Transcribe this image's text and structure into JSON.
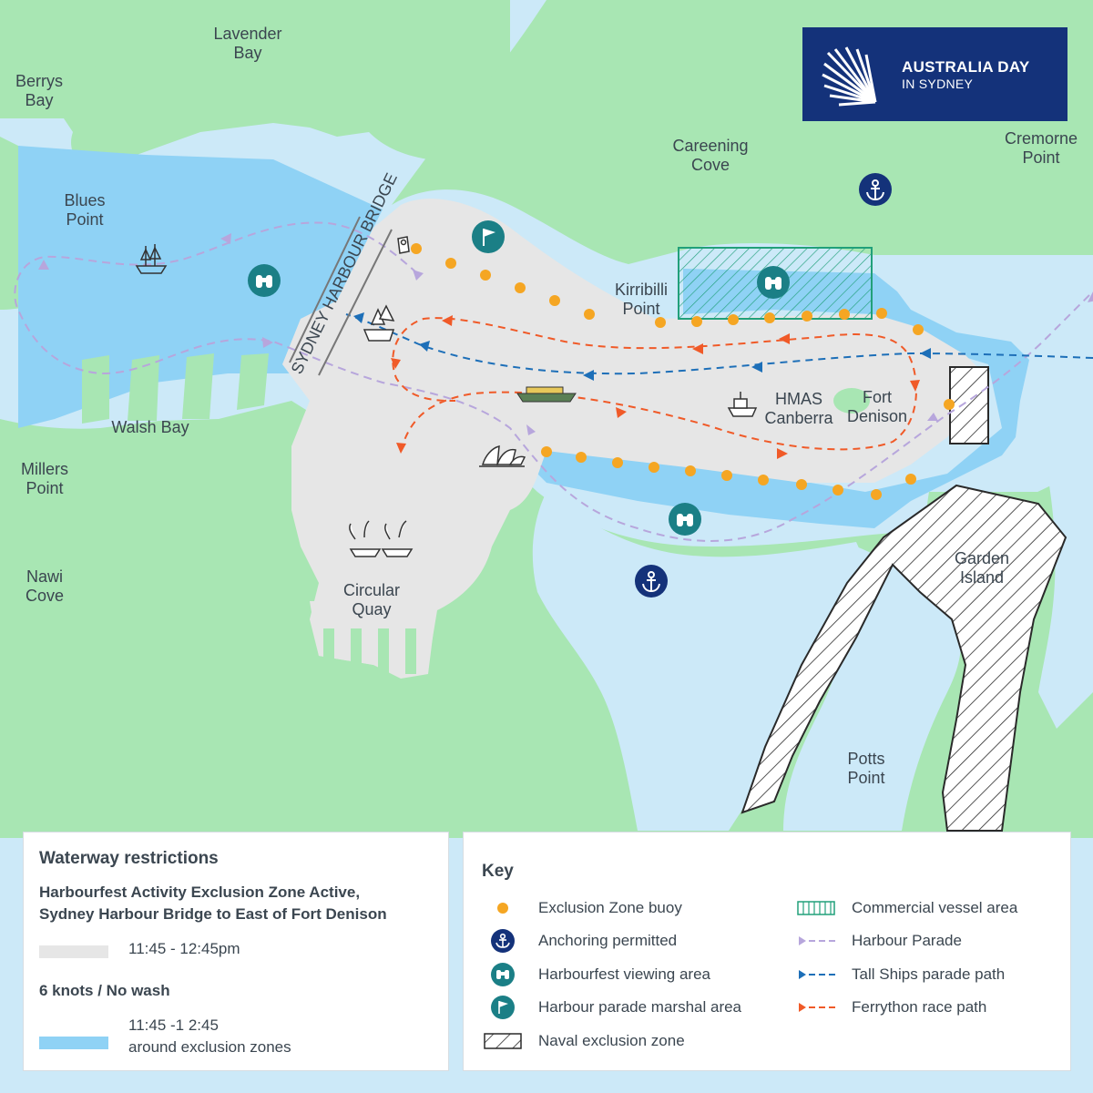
{
  "brand": {
    "line1": "AUSTRALIA DAY",
    "line2": "IN SYDNEY",
    "navy": "#14327a"
  },
  "colors": {
    "water": "#cce9f8",
    "land": "#a8e6b3",
    "exclusion_zone": "#e6e6e6",
    "no_wash_zone": "#8fd2f5",
    "buoy": "#f5a623",
    "harbour_parade": "#b7a6dc",
    "tall_ships": "#1d6fb8",
    "ferrython": "#f05a28",
    "commercial_vessel_area": "#21a07a",
    "icon_teal": "#1b7f86",
    "icon_navy": "#14327a"
  },
  "places": {
    "lavender_bay": [
      "Lavender",
      "Bay"
    ],
    "berrys_bay": [
      "Berrys",
      "Bay"
    ],
    "blues_point": [
      "Blues",
      "Point"
    ],
    "careening_cove": [
      "Careening",
      "Cove"
    ],
    "cremorne_point": [
      "Cremorne",
      "Point"
    ],
    "kirribilli_point": [
      "Kirribilli",
      "Point"
    ],
    "walsh_bay": [
      "Walsh Bay"
    ],
    "millers_point": [
      "Millers",
      "Point"
    ],
    "nawi_cove": [
      "Nawi",
      "Cove"
    ],
    "circular_quay": [
      "Circular",
      "Quay"
    ],
    "hmas_canberra": [
      "HMAS",
      "Canberra"
    ],
    "fort_denison": [
      "Fort",
      "Denison"
    ],
    "garden_island": [
      "Garden",
      "Island"
    ],
    "potts_point": [
      "Potts",
      "Point"
    ],
    "bridge": "SYDNEY HARBOUR BRIDGE"
  },
  "restrictions": {
    "title": "Waterway restrictions",
    "subtitle_line1": "Harbourfest Activity Exclusion Zone Active,",
    "subtitle_line2": "Sydney Harbour Bridge to East of Fort Denison",
    "exclusion_time": "11:45 - 12:45pm",
    "knots_title": "6 knots / No wash",
    "no_wash_time": "11:45 -1 2:45",
    "no_wash_note": "around exclusion zones"
  },
  "key": {
    "title": "Key",
    "items": {
      "buoy": "Exclusion Zone buoy",
      "anchor": "Anchoring permitted",
      "viewing": "Harbourfest viewing area",
      "marshal": "Harbour parade marshal area",
      "naval": "Naval exclusion zone",
      "commercial": "Commercial vessel area",
      "parade": "Harbour Parade",
      "tall_ships": "Tall Ships parade path",
      "ferrython": "Ferrython race path"
    }
  }
}
